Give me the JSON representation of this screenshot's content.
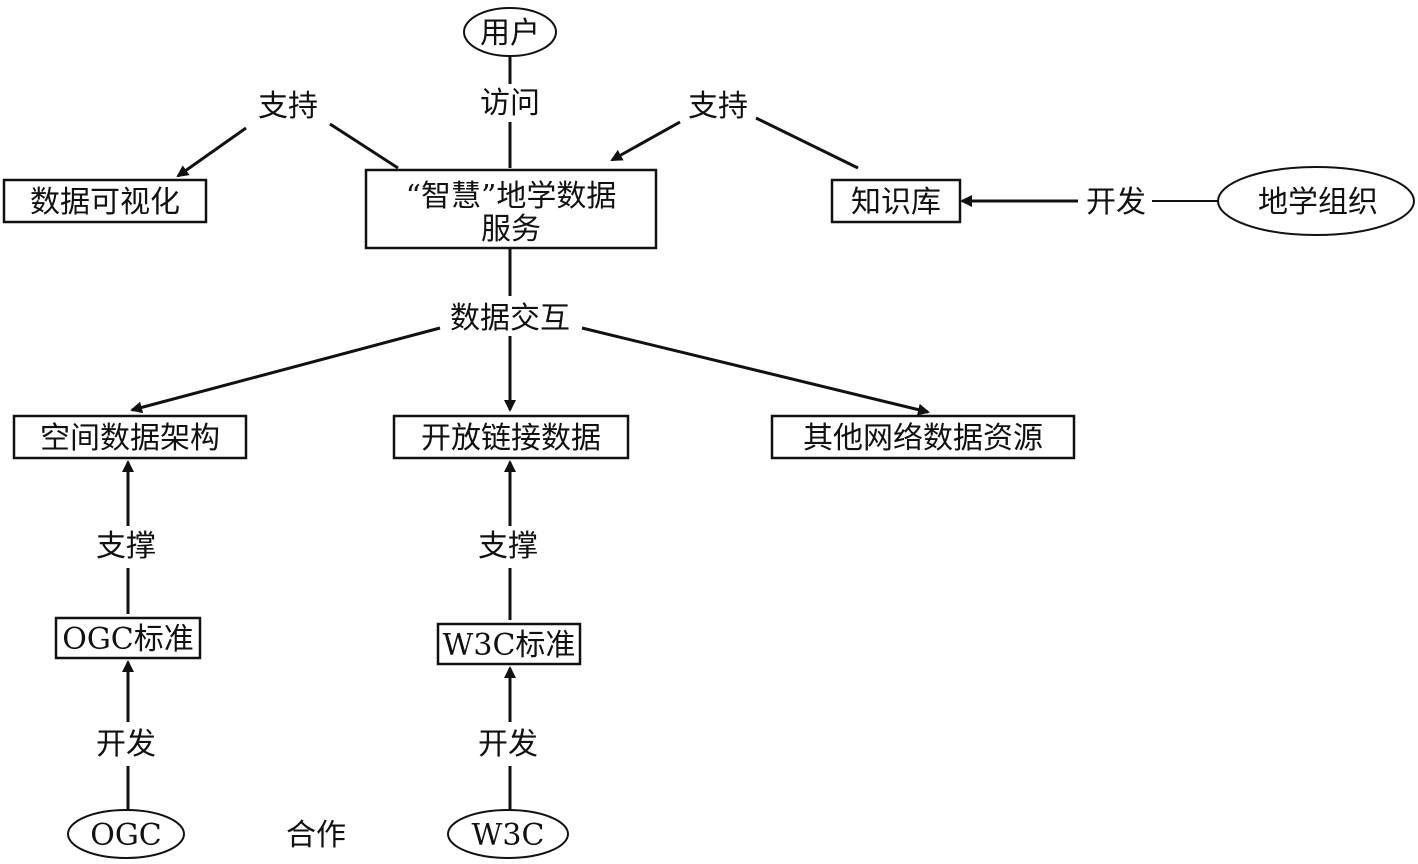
{
  "nodes": {
    "user": "用户",
    "service_line1": "“智慧”地学数据",
    "service_line2": "服务",
    "visualization": "数据可视化",
    "knowledge_base": "知识库",
    "geo_org": "地学组织",
    "spatial_arch": "空间数据架构",
    "open_linked": "开放链接数据",
    "other_web": "其他网络数据资源",
    "ogc_standard": "OGC标准",
    "w3c_standard": "W3C标准",
    "ogc": "OGC",
    "w3c": "W3C"
  },
  "edge_labels": {
    "access": "访问",
    "support_left": "支持",
    "support_right": "支持",
    "develop_top": "开发",
    "data_interaction": "数据交互",
    "underpin_left": "支撑",
    "underpin_right": "支撑",
    "develop_left": "开发",
    "develop_right": "开发",
    "cooperation": "合作"
  },
  "colors": {
    "stroke": "#111111",
    "background": "#ffffff"
  }
}
